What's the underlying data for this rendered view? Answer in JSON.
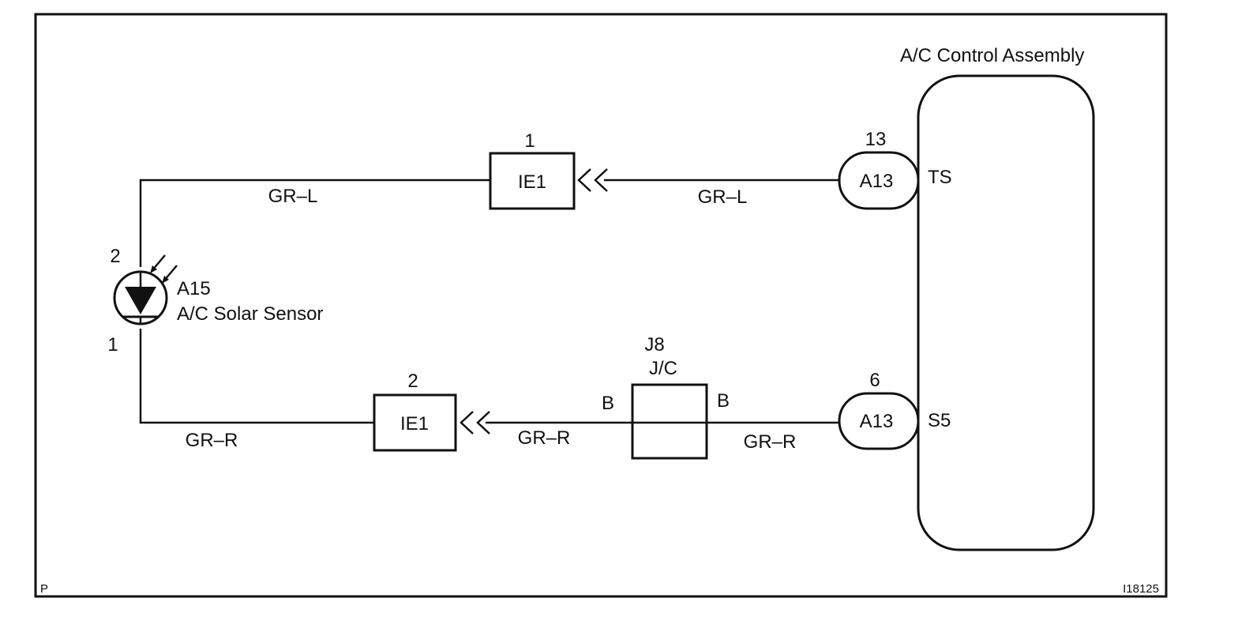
{
  "diagram": {
    "corner_label": "P",
    "figure_id": "I18125",
    "control_assembly": {
      "title": "A/C Control Assembly",
      "pin_ts": "TS",
      "pin_s5": "S5"
    },
    "connector_a13_top": {
      "label": "A13",
      "pin": "13"
    },
    "connector_a13_bottom": {
      "label": "A13",
      "pin": "6"
    },
    "connector_ie1_top": {
      "label": "IE1",
      "pin": "1"
    },
    "connector_ie1_bottom": {
      "label": "IE1",
      "pin": "2"
    },
    "junction": {
      "id": "J8",
      "name": "J/C",
      "pin_left": "B",
      "pin_right": "B"
    },
    "sensor": {
      "id": "A15",
      "name": "A/C Solar Sensor",
      "pin_top": "2",
      "pin_bottom": "1"
    },
    "wires": {
      "top_left": "GR–L",
      "top_right": "GR–L",
      "bottom_left": "GR–R",
      "bottom_middle": "GR–R",
      "bottom_right": "GR–R"
    }
  }
}
